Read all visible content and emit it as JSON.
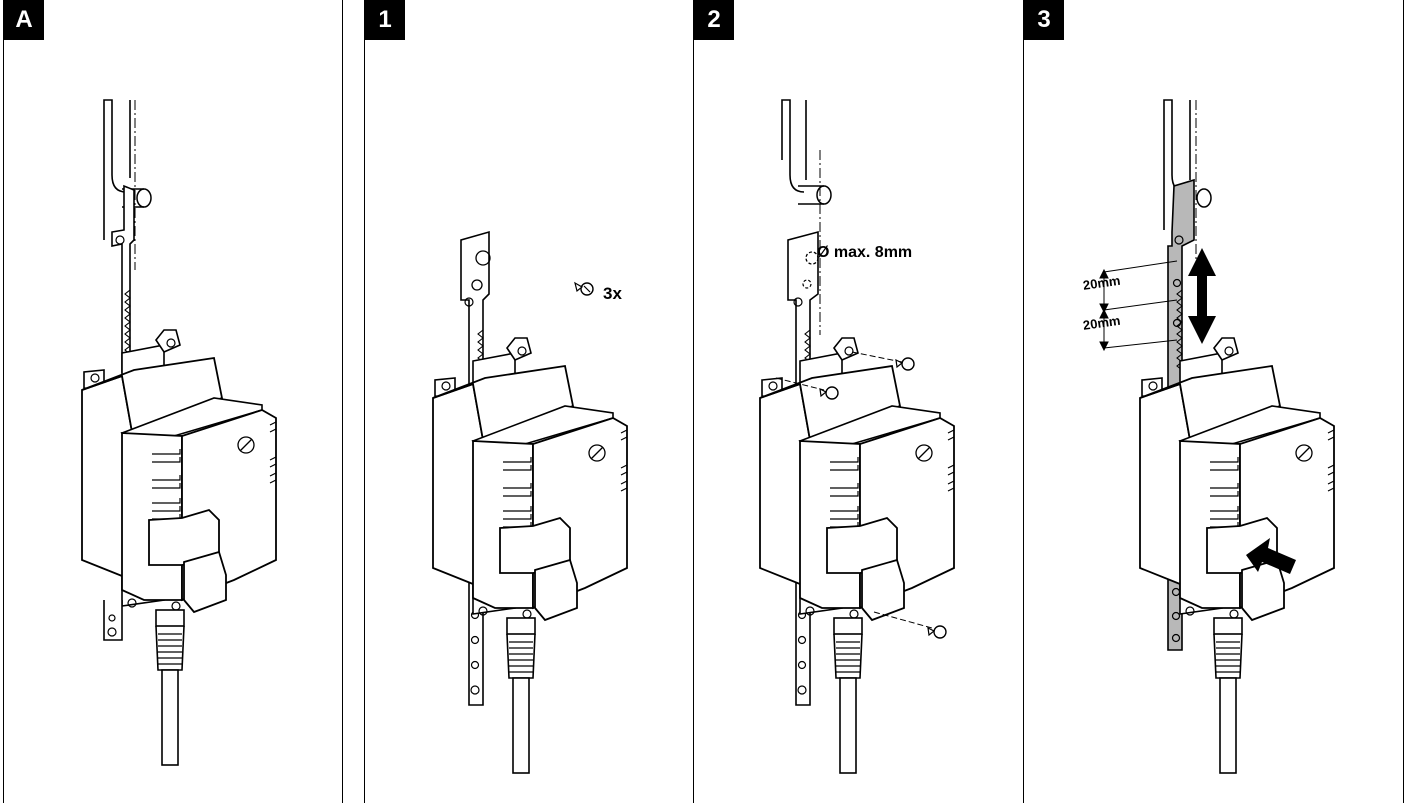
{
  "panels": [
    {
      "id": "A",
      "badge": "A"
    },
    {
      "id": "1",
      "badge": "1",
      "screw_qty": "3x"
    },
    {
      "id": "2",
      "badge": "2",
      "diameter_note": "Ø max. 8mm"
    },
    {
      "id": "3",
      "badge": "3",
      "dim_top": "20mm",
      "dim_bottom": "20mm"
    }
  ],
  "colors": {
    "line": "#000000",
    "highlight": "#b8b8b8",
    "background": "#ffffff"
  }
}
